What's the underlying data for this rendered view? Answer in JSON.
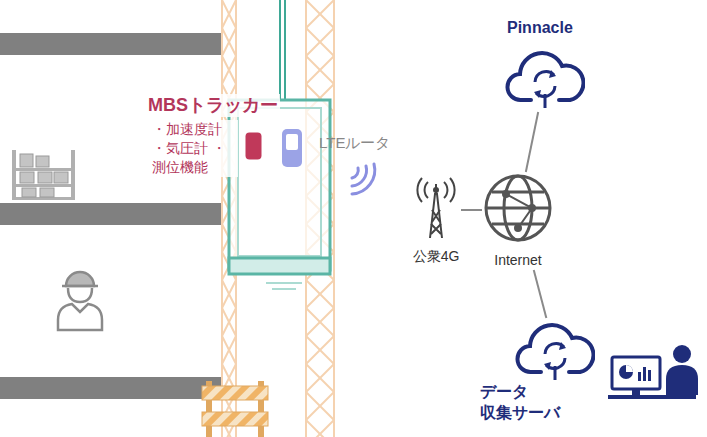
{
  "diagram": {
    "nodes": [
      {
        "text": [
          "MBSトラッカー",
          "・加速度計 ・気圧計 ・測位機能"
        ]
      },
      {
        "text": [
          "LTEルータ"
        ]
      },
      {
        "text": [
          "Pinnacle"
        ]
      },
      {
        "text": [
          "公衆4G"
        ]
      },
      {
        "text": [
          "Internet"
        ]
      },
      {
        "text": [
          "データ 収集サーバ"
        ]
      }
    ],
    "edges": [
      {
        "from": 3,
        "to": 4,
        "arrow": "none"
      },
      {
        "from": 4,
        "to": 2,
        "arrow": "none"
      },
      {
        "from": 4,
        "to": 5,
        "arrow": "none"
      }
    ]
  }
}
